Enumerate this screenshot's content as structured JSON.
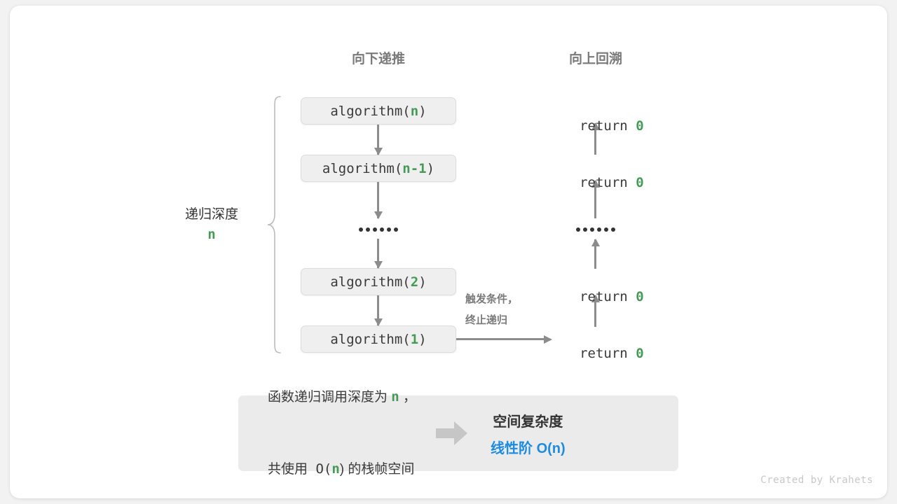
{
  "headers": {
    "down": "向下递推",
    "up": "向上回溯"
  },
  "call_boxes": [
    {
      "prefix": "algorithm(",
      "arg": "n",
      "suffix": ")"
    },
    {
      "prefix": "algorithm(",
      "arg": "n-1",
      "suffix": ")"
    },
    {
      "prefix": "algorithm(",
      "arg": "2",
      "suffix": ")"
    },
    {
      "prefix": "algorithm(",
      "arg": "1",
      "suffix": ")"
    }
  ],
  "returns": [
    {
      "keyword": "return ",
      "value": "0"
    },
    {
      "keyword": "return ",
      "value": "0"
    },
    {
      "keyword": "return ",
      "value": "0"
    },
    {
      "keyword": "return ",
      "value": "0"
    }
  ],
  "ellipsis": "••••••",
  "note": {
    "line1": "触发条件，",
    "line2": "终止递归"
  },
  "depth": {
    "label": "递归深度",
    "value": "n"
  },
  "summary": {
    "left_line1_a": "函数递归调用深度为 ",
    "left_line1_n": "n",
    "left_line1_b": " ，",
    "left_line2_a": "共使用 O(",
    "left_line2_n": "n",
    "left_line2_b": ") 的栈帧空间",
    "right_title": "空间复杂度",
    "right_value": "线性阶 O(n)"
  },
  "credit": "Created by Krahets",
  "colors": {
    "green": "#469a57",
    "blue": "#1d8ce0",
    "gray_arrow": "#8c8c8c",
    "box_fill": "#efefef",
    "panel_fill": "#ebebeb"
  }
}
